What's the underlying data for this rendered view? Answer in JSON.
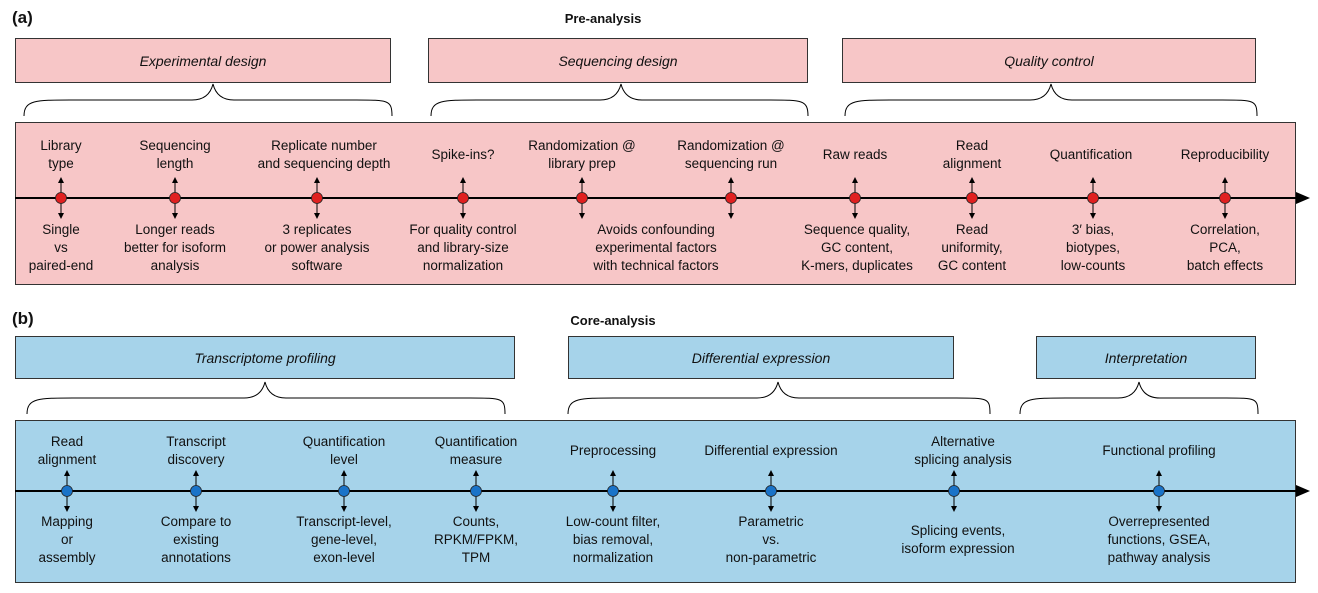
{
  "panel_a": {
    "letter": "(a)",
    "title": "Pre-analysis",
    "headers": [
      "Experimental design",
      "Sequencing design",
      "Quality control"
    ],
    "steps": [
      {
        "top": "Library\ntype",
        "bottom": "Single\nvs\npaired-end"
      },
      {
        "top": "Sequencing\nlength",
        "bottom": "Longer reads\nbetter for isoform\nanalysis"
      },
      {
        "top": "Replicate number\nand sequencing depth",
        "bottom": "3 replicates\nor power analysis\nsoftware"
      },
      {
        "top": "Spike-ins?",
        "bottom": "For quality control\nand library-size\nnormalization"
      },
      {
        "top": "Randomization @\nlibrary prep",
        "bottom": ""
      },
      {
        "top": "Randomization @\nsequencing run",
        "bottom": ""
      },
      {
        "top": "Raw reads",
        "bottom": "Sequence quality,\nGC content,\nK-mers, duplicates"
      },
      {
        "top": "Read\nalignment",
        "bottom": "Read\nuniformity,\nGC content"
      },
      {
        "top": "Quantification",
        "bottom": "3′ bias,\nbiotypes,\nlow-counts"
      },
      {
        "top": "Reproducibility",
        "bottom": "Correlation,\nPCA,\nbatch effects"
      }
    ],
    "shared_bottom": "Avoids confounding\nexperimental factors\nwith technical factors"
  },
  "panel_b": {
    "letter": "(b)",
    "title": "Core-analysis",
    "headers": [
      "Transcriptome profiling",
      "Differential expression",
      "Interpretation"
    ],
    "steps": [
      {
        "top": "Read\nalignment",
        "bottom": "Mapping\nor\nassembly"
      },
      {
        "top": "Transcript\ndiscovery",
        "bottom": "Compare to\nexisting\nannotations"
      },
      {
        "top": "Quantification\nlevel",
        "bottom": "Transcript-level,\ngene-level,\nexon-level"
      },
      {
        "top": "Quantification\nmeasure",
        "bottom": "Counts,\nRPKM/FPKM,\nTPM"
      },
      {
        "top": "Preprocessing",
        "bottom": "Low-count filter,\nbias removal,\nnormalization"
      },
      {
        "top": "Differential expression",
        "bottom": "Parametric\nvs.\nnon-parametric"
      },
      {
        "top": "Alternative\nsplicing analysis",
        "bottom": "Splicing events,\nisoform expression"
      },
      {
        "top": "Functional profiling",
        "bottom": "Overrepresented\nfunctions, GSEA,\npathway analysis"
      }
    ]
  },
  "colors": {
    "pink_fill": "#f7c6c7",
    "blue_fill": "#a6d3ea",
    "red_dot": "#e02020",
    "blue_dot": "#1a73c8",
    "line": "#000000"
  }
}
